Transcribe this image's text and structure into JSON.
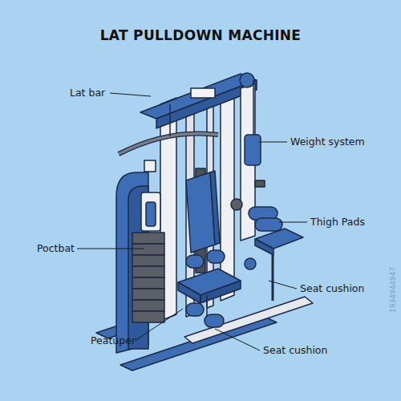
{
  "diagram": {
    "title": "LAT PULLDOWN MACHINE",
    "labels": [
      "Lat bar",
      "Weight system",
      "Thigh Pads",
      "Poctbat",
      "Seat cushion",
      "Peatuper",
      "Seat cushion",
      "1934944947"
    ]
  }
}
